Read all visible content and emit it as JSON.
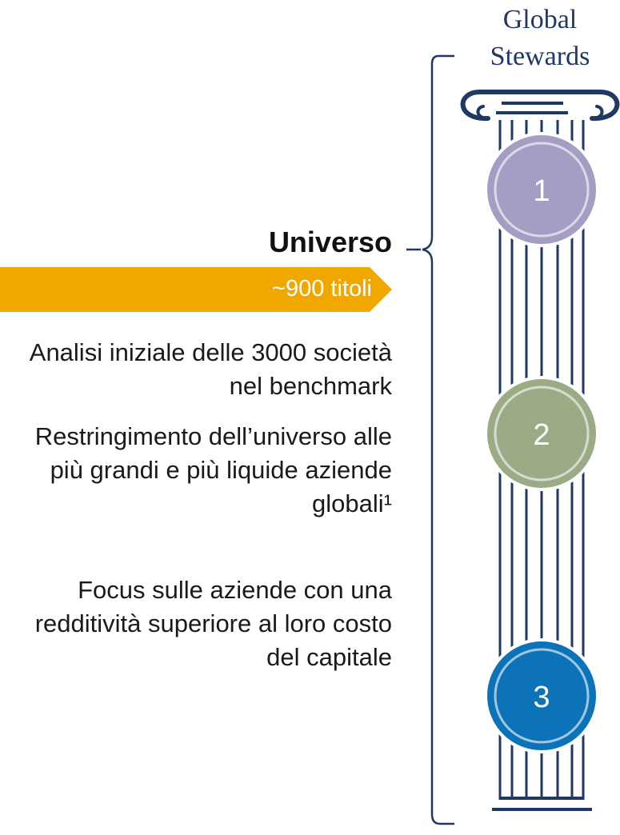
{
  "header": {
    "title_line_1": "Global",
    "title_line_2": "Stewards"
  },
  "universe": {
    "heading": "Universo",
    "banner_text": "~900 titoli",
    "banner_color": "#f0a800"
  },
  "steps": [
    {
      "number": "1",
      "color": "#a59ec4"
    },
    {
      "number": "2",
      "color": "#9aab85"
    },
    {
      "number": "3",
      "color": "#0d73b8"
    }
  ],
  "bullets": [
    {
      "text": "Analisi iniziale delle 3000 società nel benchmark"
    },
    {
      "text": "Restringimento dell’universo alle più grandi e più liquide aziende globali¹"
    },
    {
      "text": "Focus sulle aziende con una redditività superiore al loro costo del capitale"
    }
  ],
  "colors": {
    "navy": "#1f3864",
    "white": "#ffffff"
  },
  "icons": [
    "column-capital-icon",
    "column-base-icon",
    "curly-brace-icon"
  ]
}
